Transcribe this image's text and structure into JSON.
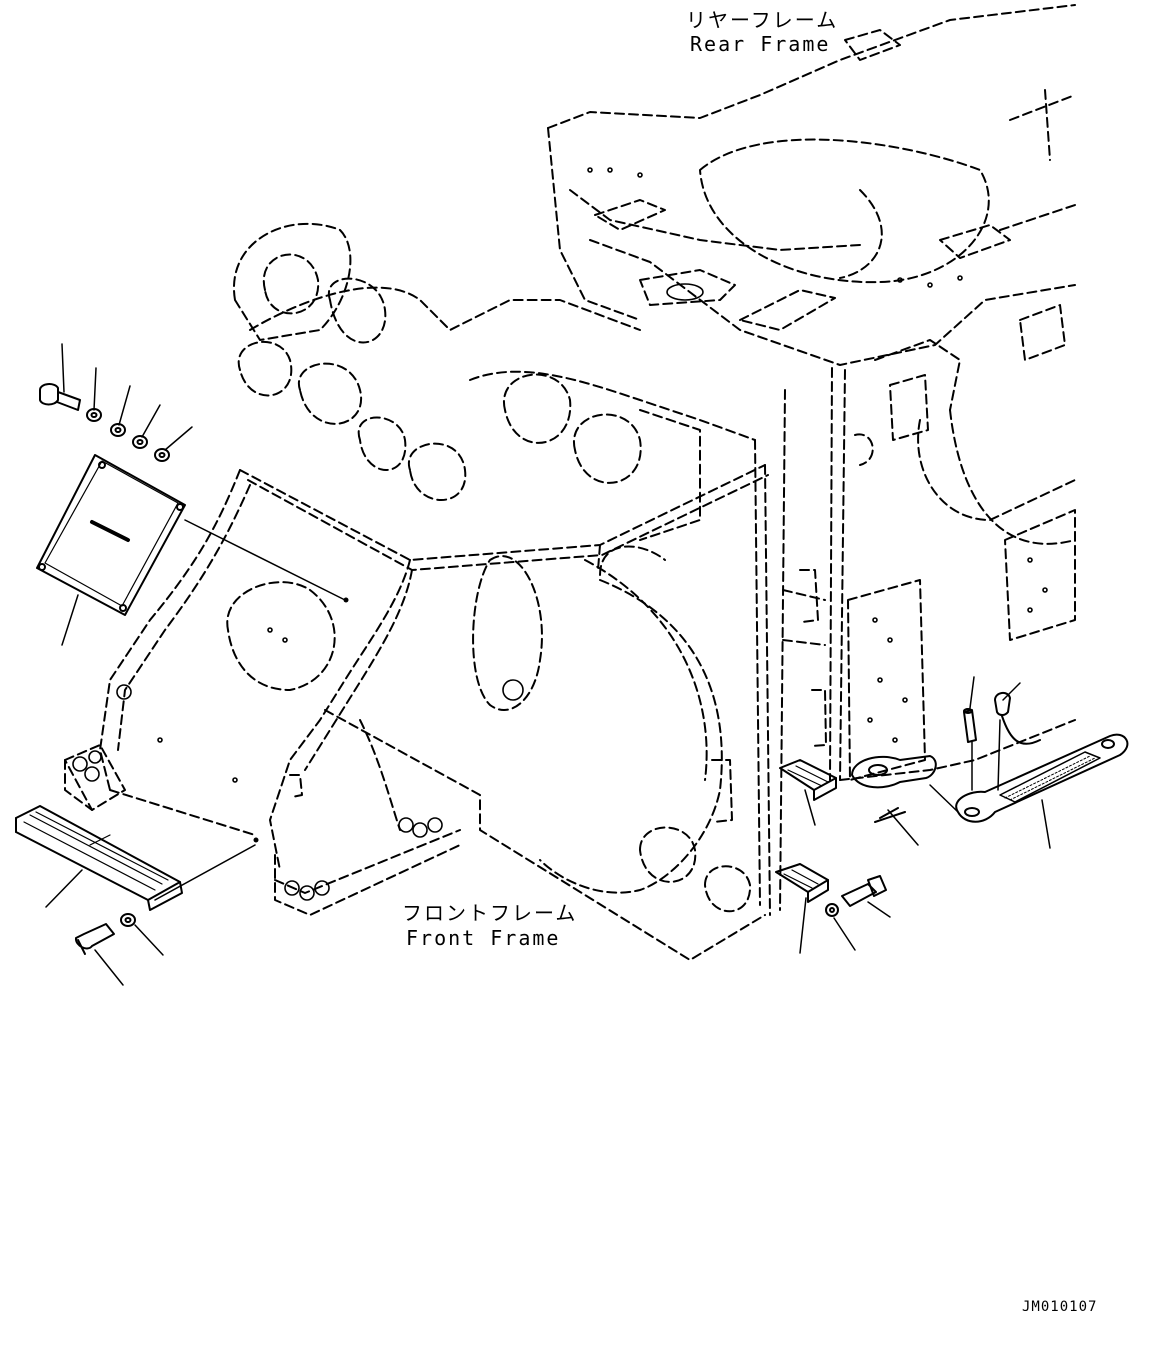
{
  "labels": {
    "rear_frame_jp": "リヤーフレーム",
    "rear_frame_en": "Rear Frame",
    "front_frame_jp": "フロントフレーム",
    "front_frame_en": "Front Frame",
    "drawing_code": "JM010107"
  },
  "colors": {
    "line": "#000000",
    "background": "#ffffff"
  }
}
